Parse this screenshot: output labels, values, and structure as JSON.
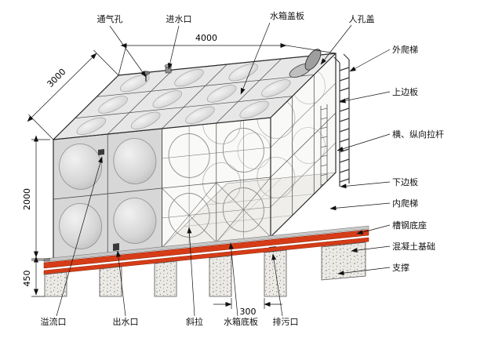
{
  "labels": {
    "top": [
      "通气孔",
      "进水口",
      "水箱盖板",
      "人孔盖"
    ],
    "right": [
      "外爬梯",
      "上边板",
      "横、纵向拉杆",
      "下边板",
      "内爬梯",
      "槽钢底座",
      "混凝土基础",
      "支撑"
    ],
    "bottom": [
      "溢流口",
      "出水口",
      "斜拉",
      "水箱底板",
      "排污口"
    ]
  },
  "dimensions": {
    "top_width": "4000",
    "side_depth": "3000",
    "height": "2000",
    "support_height": "450",
    "support_spacing": "300"
  },
  "colors": {
    "base_red": "#d63c17",
    "panel_gray": "#d7d7d7",
    "outline": "#2b2b2b"
  }
}
